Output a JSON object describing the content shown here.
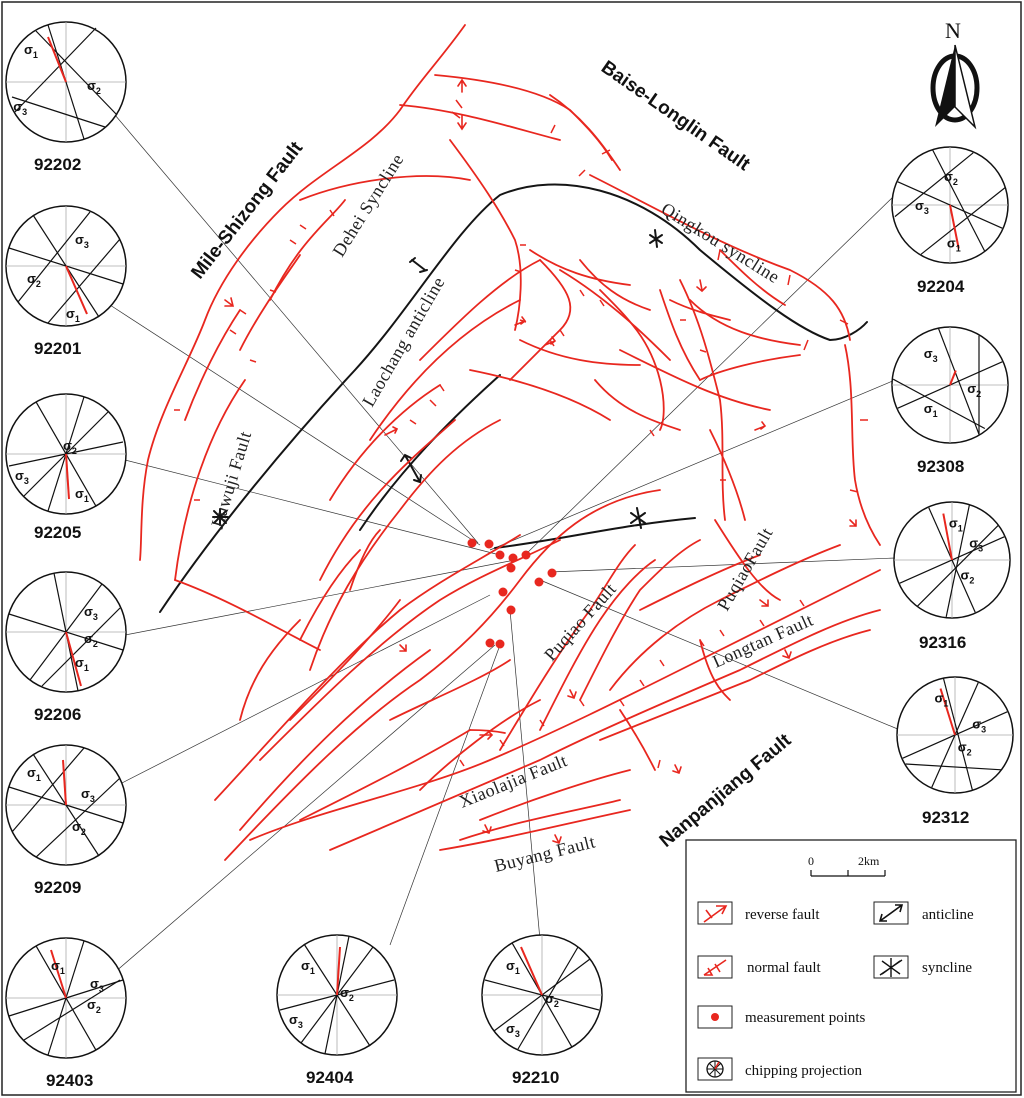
{
  "north_label": "N",
  "regional_faults": [
    {
      "id": "mile",
      "label": "Mile-Shizong Fault"
    },
    {
      "id": "baise",
      "label": "Baise-Longlin Fault"
    },
    {
      "id": "nanpan",
      "label": "Nanpanjiang Fault"
    }
  ],
  "structures": [
    {
      "id": "dehei",
      "label": "Dehei Syncline"
    },
    {
      "id": "laochang",
      "label": "Laochang anticline"
    },
    {
      "id": "qingkou",
      "label": "Qingkou syncline"
    },
    {
      "id": "jiuwuji",
      "label": "Jiuwuji Fault"
    },
    {
      "id": "puqiao1",
      "label": "Puqiao Fault"
    },
    {
      "id": "puqiao2",
      "label": "PuqiaoFault"
    },
    {
      "id": "longtan",
      "label": "Longtan Fault"
    },
    {
      "id": "xiaolajia",
      "label": "Xiaolajia Fault"
    },
    {
      "id": "buyang",
      "label": "Buyang Fault"
    }
  ],
  "stereonets": [
    {
      "id": "92202"
    },
    {
      "id": "92201"
    },
    {
      "id": "92205"
    },
    {
      "id": "92206"
    },
    {
      "id": "92209"
    },
    {
      "id": "92403"
    },
    {
      "id": "92404"
    },
    {
      "id": "92210"
    },
    {
      "id": "92204"
    },
    {
      "id": "92308"
    },
    {
      "id": "92316"
    },
    {
      "id": "92312"
    }
  ],
  "sigma_symbol": "σ",
  "scale": {
    "start": "0",
    "end": "2km"
  },
  "legend": {
    "reverse_fault": "reverse fault",
    "anticline": "anticline",
    "normal_fault": "normal fault",
    "syncline": "syncline",
    "measurement_points": "measurement points",
    "chipping_projection": "chipping projection"
  },
  "colors": {
    "fault": "#e8271f",
    "fold": "#151515",
    "point": "#e8271f"
  }
}
